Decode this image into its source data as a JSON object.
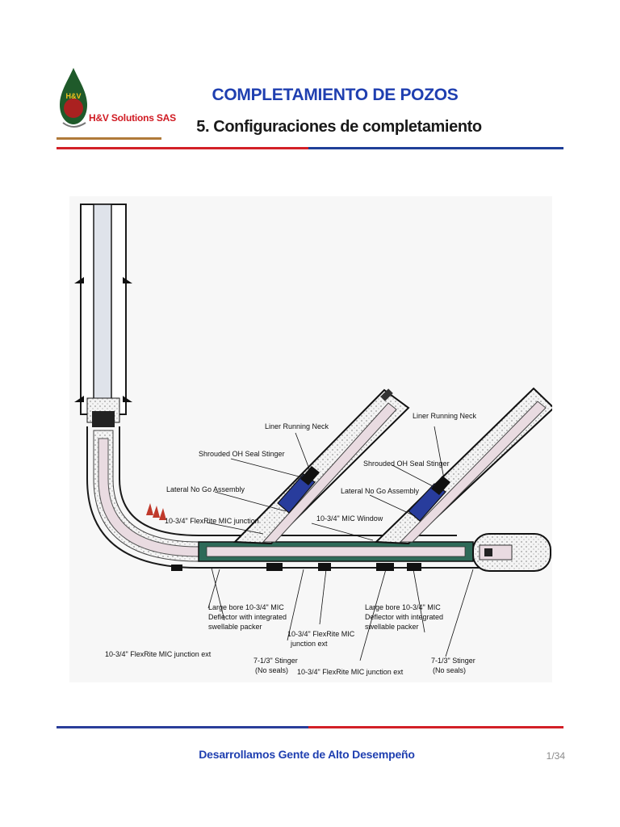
{
  "logo": {
    "brand": "H&V Solutions SAS",
    "drop_text": "H&V",
    "colors": {
      "drop": "#1f5a2a",
      "accent": "#d01a22",
      "bar": "#b07a3a"
    }
  },
  "header": {
    "title": "COMPLETAMIENTO DE POZOS",
    "subtitle": "5. Configuraciones de completamiento"
  },
  "diagram": {
    "labels": {
      "liner_neck_1": "Liner Running Neck",
      "liner_neck_2": "Liner Running Neck",
      "seal_stinger_1": "Shrouded OH Seal Stinger",
      "seal_stinger_2": "Shrouded OH Seal Stinger",
      "no_go_1": "Lateral No Go Assembly",
      "no_go_2": "Lateral No Go Assembly",
      "flexrite_junction": "10-3/4\" FlexRite MIC junction",
      "mic_window": "10-3/4\" MIC Window",
      "deflector_1_a": "Large bore 10-3/4\" MIC",
      "deflector_1_b": "Deflector with integrated",
      "deflector_1_c": "swellable packer",
      "deflector_2_a": "Large bore 10-3/4\" MIC",
      "deflector_2_b": "Deflector with integrated",
      "deflector_2_c": "swellable packer",
      "junction_ext_left": "10-3/4\" FlexRite MIC junction ext",
      "junction_ext_mid_a": "10-3/4\" FlexRite MIC",
      "junction_ext_mid_b": "junction ext",
      "junction_ext_bottom": "10-3/4\" FlexRite MIC junction ext",
      "stinger_1_a": "7-1/3\" Stinger",
      "stinger_1_b": "(No seals)",
      "stinger_2_a": "7-1/3\" Stinger",
      "stinger_2_b": "(No seals)"
    },
    "colors": {
      "casing": "#1a1a1a",
      "cement": "#ececec",
      "liner": "#2e6a58",
      "stinger": "#283c9c",
      "tubing": "#e9dbe1"
    }
  },
  "footer": {
    "tagline": "Desarrollamos Gente de Alto Desempeño",
    "page": "1/34"
  }
}
